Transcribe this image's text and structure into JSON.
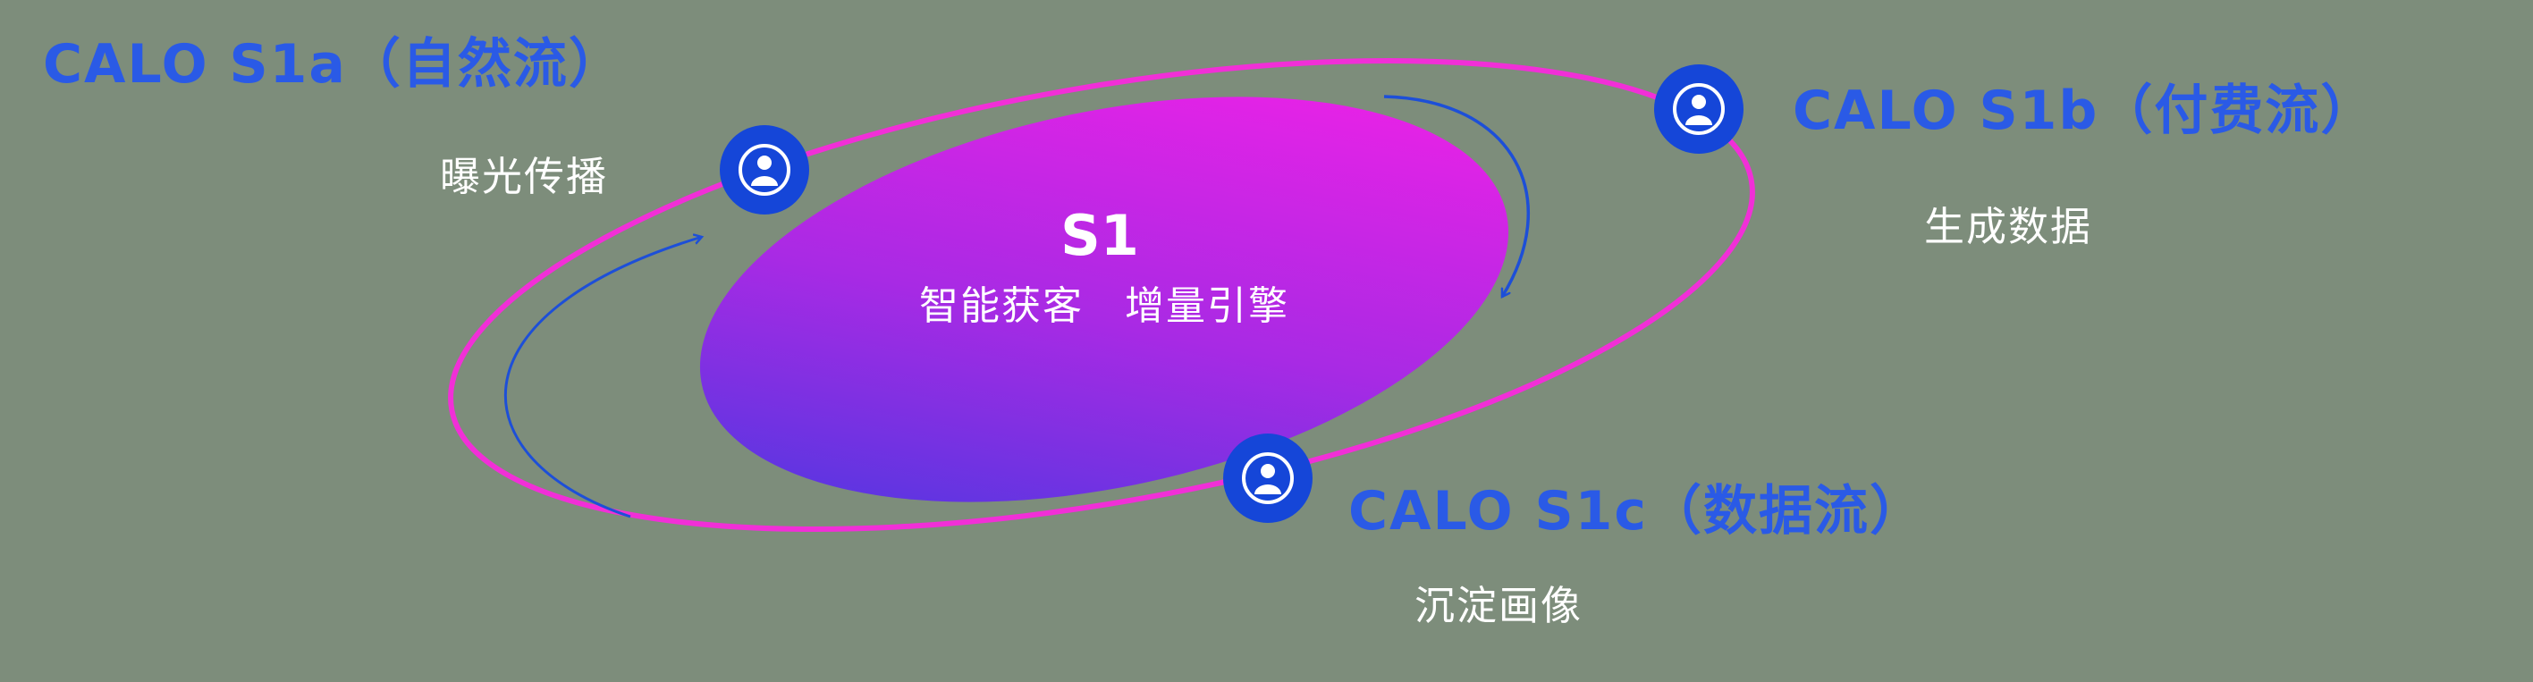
{
  "diagram": {
    "center": {
      "title": "S1",
      "subtitle": "智能获客　增量引擎"
    },
    "nodes": [
      {
        "id": "s1a",
        "title": "CALO S1a（自然流）",
        "subtitle": "曝光传播",
        "icon": "user-icon"
      },
      {
        "id": "s1b",
        "title": "CALO S1b（付费流）",
        "subtitle": "生成数据",
        "icon": "user-icon"
      },
      {
        "id": "s1c",
        "title": "CALO S1c（数据流）",
        "subtitle": "沉淀画像",
        "icon": "user-icon"
      }
    ],
    "arrows": [
      {
        "id": "left-flow",
        "icon": "curved-arrow-icon",
        "direction": "up-toward-s1a"
      },
      {
        "id": "right-flow",
        "icon": "curved-arrow-icon",
        "direction": "down-from-s1b"
      }
    ],
    "colors": {
      "background": "#7d8d7b",
      "label_blue": "#2a5ae6",
      "label_white": "#ffffff",
      "orbit_pink": "#f12fd7",
      "gradient_blue": "#4b38e0",
      "gradient_magenta": "#e822e6",
      "node_blue": "#1546d8",
      "arrow_blue": "#1d4fd8"
    }
  }
}
